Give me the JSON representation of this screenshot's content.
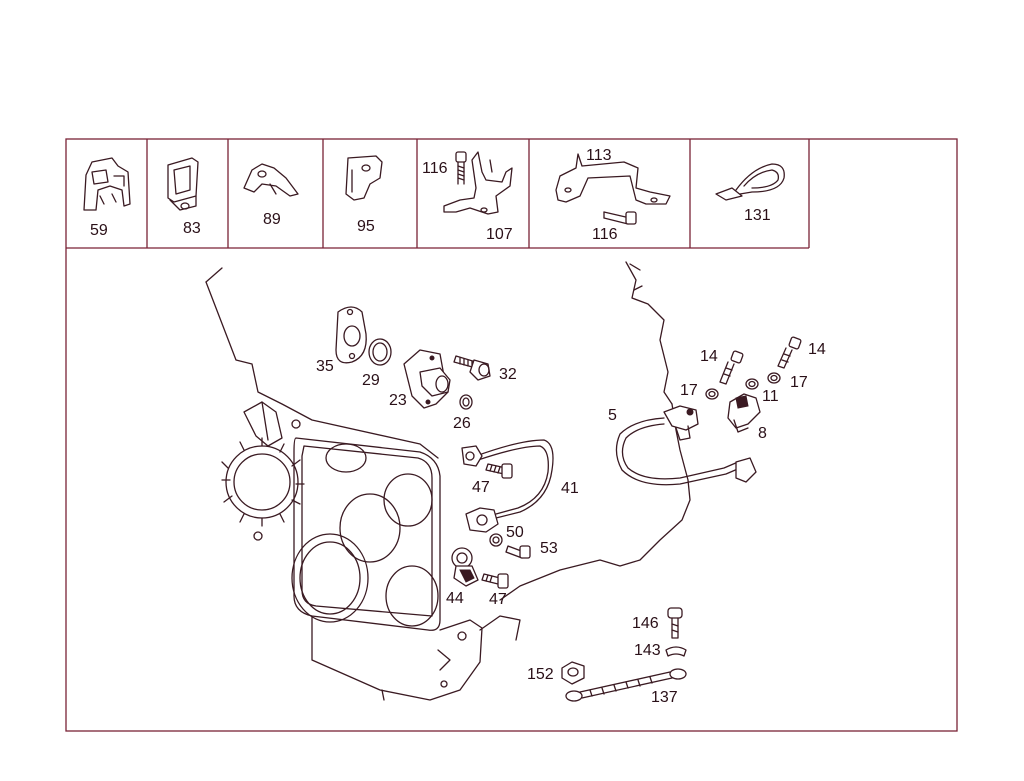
{
  "diagram": {
    "type": "exploded parts diagram",
    "colors": {
      "frame": "#7a2236",
      "line": "#3a1a22",
      "background": "#ffffff"
    },
    "header_parts": [
      {
        "id": "59",
        "label": "59"
      },
      {
        "id": "83",
        "label": "83"
      },
      {
        "id": "89",
        "label": "89"
      },
      {
        "id": "95",
        "label": "95"
      },
      {
        "id": "107",
        "label": "107",
        "sub_label": "116"
      },
      {
        "id": "113",
        "label": "113",
        "sub_label": "116"
      },
      {
        "id": "131",
        "label": "131"
      }
    ],
    "callouts": [
      "35",
      "29",
      "32",
      "23",
      "26",
      "5",
      "14",
      "14",
      "17",
      "11",
      "17",
      "8",
      "47",
      "41",
      "50",
      "53",
      "44",
      "47",
      "146",
      "143",
      "152",
      "137"
    ]
  }
}
